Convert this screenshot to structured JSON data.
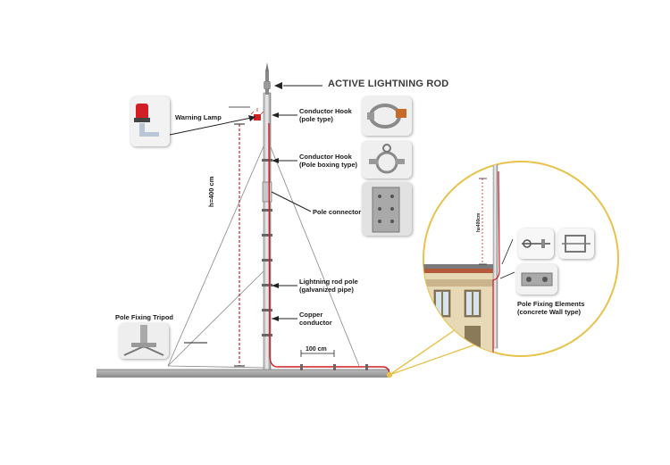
{
  "labels": {
    "active_rod": "ACTIVE LIGHTNING ROD",
    "warning_lamp": "Warning Lamp",
    "conductor_hook_pole": "Conductor Hook\n(pole type)",
    "conductor_hook_boxing": "Conductor Hook\n(Pole boxing type)",
    "pole_connector": "Pole connector",
    "height": "h=400 cm",
    "lightning_rod_pole": "Lightning rod pole\n(galvanized pipe)",
    "copper_conductor": "Copper\nconductor",
    "spacing": "100 cm",
    "pole_fixing_tripod": "Pole Fixing Tripod",
    "pole_fixing_elements": "Pole Fixing Elements\n(concrete Wall type)",
    "inset_height": "h≥400cm"
  },
  "colors": {
    "conductor": "#d21f26",
    "pole": "#8a8a8a",
    "ground": "#9a9a9a",
    "callout": "#e8c24a",
    "lines": "#333333"
  }
}
